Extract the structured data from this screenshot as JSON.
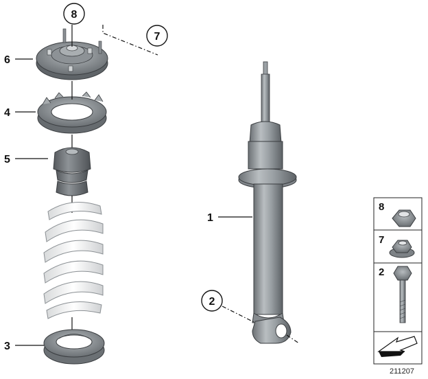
{
  "callouts": {
    "c1": "1",
    "c2": "2",
    "c3": "3",
    "c4": "4",
    "c5": "5",
    "c6": "6",
    "c7": "7",
    "c8": "8"
  },
  "legend": {
    "item8": "8",
    "item7": "7",
    "item2": "2",
    "arrow_icon": "direction-arrow-icon"
  },
  "diagram_code": "211207",
  "colors": {
    "metal_dark": "#6f7478",
    "metal_mid": "#9aa0a4",
    "metal_light": "#c9cdd0",
    "spring": "#f2f2f2",
    "outline": "#3a3d40"
  }
}
